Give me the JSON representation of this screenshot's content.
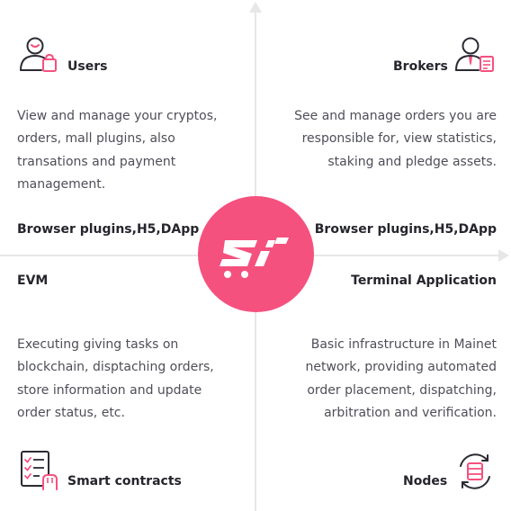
{
  "quadrants": {
    "top_left": {
      "title": "Users",
      "icon": "user-bag-icon",
      "lines": [
        "View and manage your cryptos,",
        "orders, mall plugins, also",
        "transations and payment",
        "management."
      ],
      "label": "Browser plugins,H5,DApp"
    },
    "top_right": {
      "title": "Brokers",
      "icon": "broker-document-icon",
      "lines": [
        "See and manage orders you are",
        "responsible for, view statistics,",
        "staking and pledge assets."
      ],
      "label": "Browser plugins,H5,DApp"
    },
    "bottom_left": {
      "label": "EVM",
      "lines": [
        "Executing giving tasks on",
        "blockchain, disptaching orders,",
        "store information and update",
        "order status, etc."
      ],
      "title": "Smart contracts",
      "icon": "checklist-hand-icon"
    },
    "bottom_right": {
      "label": "Terminal Application",
      "lines": [
        "Basic infrastructure in Mainet",
        "network, providing automated",
        "order placement, dispatching,",
        "arbitration and verification."
      ],
      "title": "Nodes",
      "icon": "server-sync-icon"
    }
  },
  "center": {
    "logo": "cart-logo-icon"
  },
  "colors": {
    "accent": "#f5517e",
    "axis": "#e7e7e7",
    "text": "#25252d",
    "body_text": "#4e4e58"
  }
}
